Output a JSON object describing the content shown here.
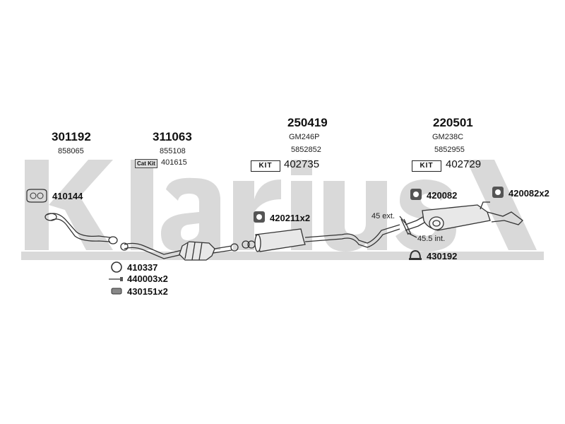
{
  "watermark": "klarius",
  "parts": [
    {
      "id": "part-301192",
      "number": "301192",
      "ref": "858065"
    },
    {
      "id": "part-311063",
      "number": "311063",
      "ref": "855108",
      "catkit_label": "Cat Kit",
      "catkit_value": "401615"
    },
    {
      "id": "part-250419",
      "number": "250419",
      "model": "GM246P",
      "ref": "5852852",
      "kit_label": "KIT",
      "kit_value": "402735"
    },
    {
      "id": "part-220501",
      "number": "220501",
      "model": "GM238C",
      "ref": "5852955",
      "kit_label": "KIT",
      "kit_value": "402729"
    }
  ],
  "fittings": {
    "f410144": "410144",
    "f410337": "410337",
    "f440003": "440003x2",
    "f430151": "430151x2",
    "f420211": "420211x2",
    "f420082": "420082",
    "f420082x2": "420082x2",
    "f430192": "430192"
  },
  "notes": {
    "ext": "45 ext.",
    "int": "45.5 int."
  }
}
